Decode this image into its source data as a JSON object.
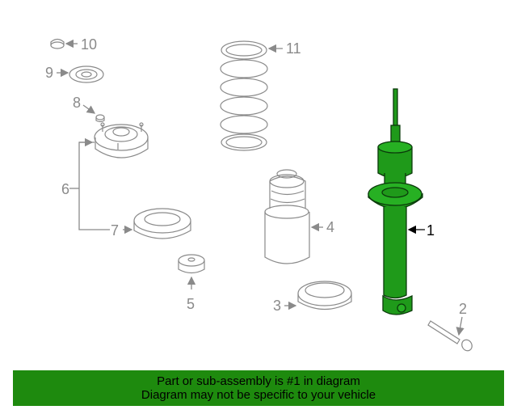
{
  "colors": {
    "highlight": "#1f9a1a",
    "highlight_dark": "#0b3a0b",
    "banner": "#1e8a0e",
    "part_gray": "#8a8a8a"
  },
  "callouts": {
    "c1": "1",
    "c2": "2",
    "c3": "3",
    "c4": "4",
    "c5": "5",
    "c6": "6",
    "c7": "7",
    "c8": "8",
    "c9": "9",
    "c10": "10",
    "c11": "11"
  },
  "banner": {
    "line1": "Part or sub-assembly is #1 in diagram",
    "line2": "Diagram may not be specific to your vehicle"
  }
}
